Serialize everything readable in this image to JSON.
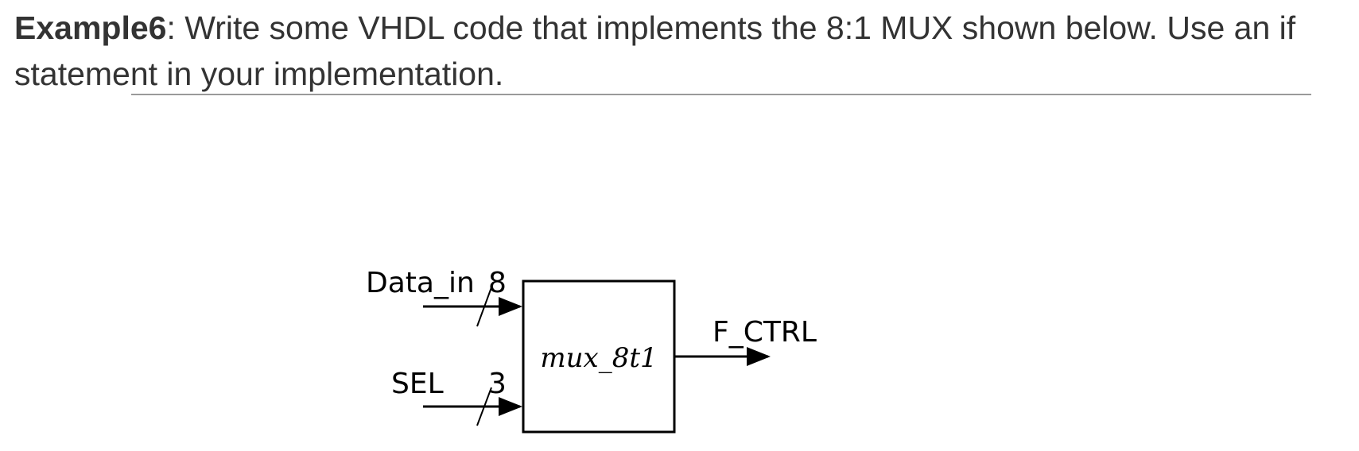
{
  "prompt": {
    "label": "Example6",
    "text": ": Write some VHDL code that implements the 8:1 MUX shown below. Use an if statement in your implementation."
  },
  "diagram": {
    "block_name": "mux_8t1",
    "inputs": [
      {
        "name": "Data_in",
        "width": "8"
      },
      {
        "name": "SEL",
        "width": "3"
      }
    ],
    "output": {
      "name": "F_CTRL"
    }
  }
}
